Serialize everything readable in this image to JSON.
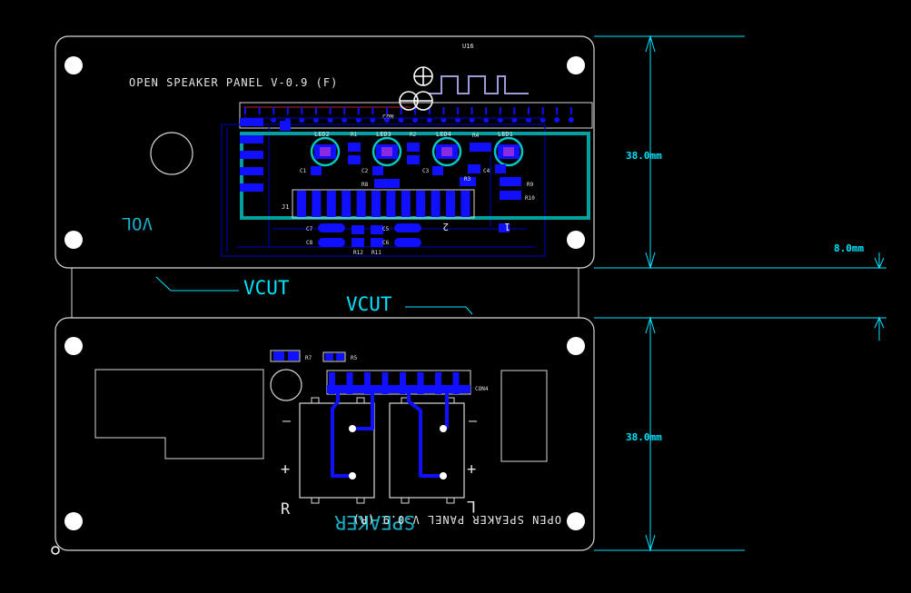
{
  "colors": {
    "background": "#000000",
    "outline": "#d8d8d8",
    "dimension": "#00e5ff",
    "silkscreen": "#e6e6e6",
    "copper": "#1010ff",
    "copper_dark": "#0000a0",
    "board_outline_teal": "#00a0a0",
    "led_ring": "#00c8c8",
    "trace_grey": "#9c9cd8"
  },
  "labels": {
    "top_title": "OPEN SPEAKER PANEL V-0.9 (F)",
    "bottom_title": "OPEN SPEAKER PANEL V-0.9 (R)",
    "vcut_1": "VCUT",
    "vcut_2": "VCUT",
    "vol": "VOL",
    "speaker": "SPEAKER",
    "u16": "U16",
    "con": "CON",
    "con4": "CON4",
    "j1": "J1",
    "polarity_minus_left": "–",
    "polarity_minus_right": "–",
    "polarity_plus_left": "+",
    "polarity_plus_right": "+",
    "channel_r": "R",
    "channel_l": "L",
    "vol_marks": [
      "1",
      "2"
    ]
  },
  "dimensions": {
    "top_height": "38.0mm",
    "gap_height": "8.0mm",
    "bottom_height": "38.0mm"
  },
  "components": {
    "leds": [
      "LED2",
      "LED3",
      "LED4",
      "LED1"
    ],
    "resistors_top": [
      "R1",
      "R2",
      "R4"
    ],
    "caps_top": [
      "C1",
      "C2",
      "C3",
      "C4"
    ],
    "misc_top": [
      "R3",
      "R8",
      "R9",
      "R10",
      "C7",
      "C8",
      "C5",
      "C6",
      "R12",
      "R11"
    ],
    "bottom": [
      "R7",
      "R5"
    ]
  }
}
